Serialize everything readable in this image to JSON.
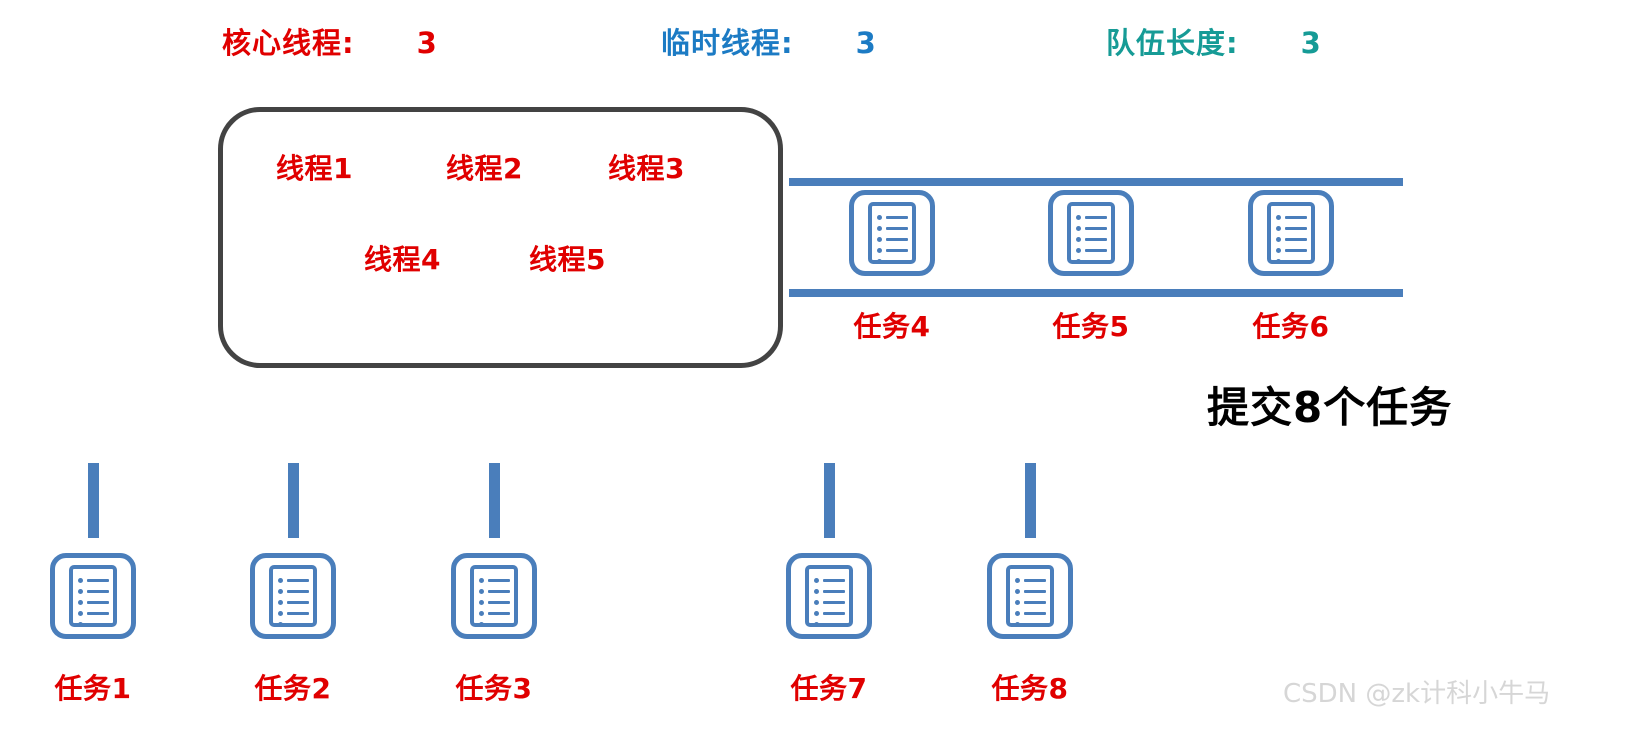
{
  "header": {
    "items": [
      {
        "name": "core-threads",
        "label": "核心线程:",
        "value": "3",
        "color": "#E00000"
      },
      {
        "name": "temporary-threads",
        "label": "临时线程:",
        "value": "3",
        "color": "#1C7BC4"
      },
      {
        "name": "queue-length",
        "label": "队伍长度:",
        "value": "3",
        "color": "#169B96"
      }
    ]
  },
  "pool": {
    "threads": [
      {
        "label": "线程1"
      },
      {
        "label": "线程2"
      },
      {
        "label": "线程3"
      },
      {
        "label": "线程4"
      },
      {
        "label": "线程5"
      }
    ]
  },
  "queue": {
    "tasks": [
      {
        "label": "任务4"
      },
      {
        "label": "任务5"
      },
      {
        "label": "任务6"
      }
    ]
  },
  "submitted": {
    "tasks": [
      {
        "label": "任务1"
      },
      {
        "label": "任务2"
      },
      {
        "label": "任务3"
      },
      {
        "label": "任务7"
      },
      {
        "label": "任务8"
      }
    ]
  },
  "note": {
    "text": "提交8个任务"
  },
  "watermark": {
    "text": "CSDN @zk计科小牛马"
  },
  "icons": {
    "task": "task-list-document-icon"
  },
  "colors": {
    "red": "#E00000",
    "blue": "#1C7BC4",
    "teal": "#169B96",
    "rail_blue": "#4A7EBB",
    "box_border": "#434343",
    "watermark": "#D6D6D6"
  }
}
